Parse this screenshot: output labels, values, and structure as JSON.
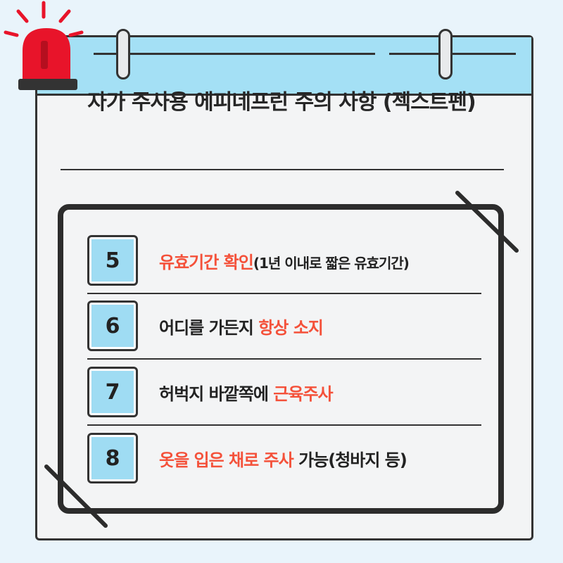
{
  "title": "자가 주사용 에피네프린 주의 사항 (젝스트펜)",
  "colors": {
    "accent": "#f4513a",
    "number_fill": "#9fdcf3",
    "header": "#a4e0f5",
    "siren": "#e8142a"
  },
  "items": [
    {
      "number": "5",
      "parts": [
        {
          "text": "유효기간 확인",
          "highlight": true
        },
        {
          "text": "(1년 이내로 짧은 유효기간)",
          "highlight": false
        }
      ]
    },
    {
      "number": "6",
      "parts": [
        {
          "text": "어디를 가든지 ",
          "highlight": false
        },
        {
          "text": "항상 소지",
          "highlight": true
        }
      ]
    },
    {
      "number": "7",
      "parts": [
        {
          "text": "허벅지 바깥쪽에 ",
          "highlight": false
        },
        {
          "text": "근육주사",
          "highlight": true
        }
      ]
    },
    {
      "number": "8",
      "parts": [
        {
          "text": "옷을 입은 채로 주사",
          "highlight": true
        },
        {
          "text": " 가능(청바지 등)",
          "highlight": false
        }
      ]
    }
  ]
}
